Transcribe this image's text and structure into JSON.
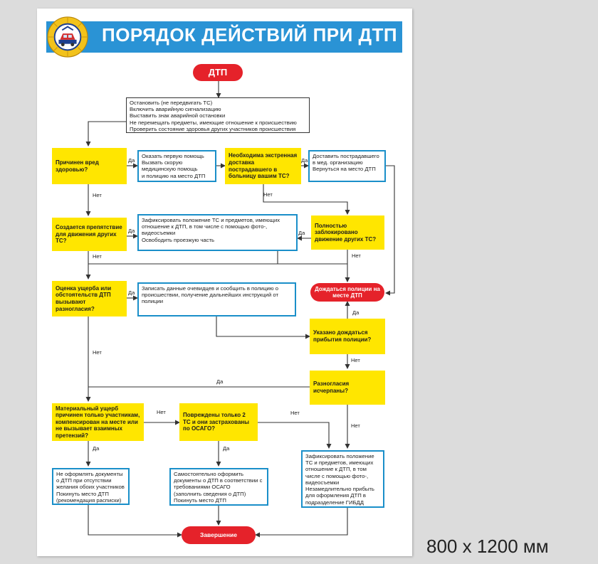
{
  "title": "ПОРЯДОК ДЕЙСТВИЙ ПРИ ДТП",
  "size_note": "800 х 1200 мм",
  "colors": {
    "banner": "#2a93d5",
    "question": "#ffe600",
    "terminal": "#e5222a",
    "action_border": "#1a8fc9",
    "arrow": "#333333"
  },
  "icons": {
    "emblem": "traffic-police-emblem-icon"
  },
  "nodes": {
    "start": "ДТП",
    "first_actions": "Остановить (не передвигать ТС)\nВключить аварийную сигнализацию\nВыставить знак аварийной остановки\nНе перемещать предметы, имеющие отношение к происшествию\nПроверить состояние здоровья других участников происшествия",
    "q_health": "Причинен вред здоровью?",
    "a_first_aid": "Оказать первую помощь\nВызвать скорую медицинскую помощь\nи полицию на место ДТП",
    "q_emergency": "Необходима экстренная доставка пострадавшего в больницу вашим ТС?",
    "a_deliver": "Доставить пострадавшего в мед. организацию\nВернуться на место ДТП",
    "q_obstacle": "Создается препятствие для движения других ТС?",
    "a_record": "Зафиксировать положение ТС и предметов, имеющих отношение к ДТП, в том числе с помощью фото-, видеосъемки\nОсвободить проезжую часть",
    "q_blocked": "Полностью заблокировано движение других ТС?",
    "wait_police": "Дождаться полиции на месте ДТП",
    "q_disagree": "Оценка ущерба или обстоятельств ДТП вызывают разногласия?",
    "a_witnesses": "Записать данные очевидцев и сообщить в полицию о происшествии, получение дальнейших инструкций от полиции",
    "q_told_wait": "Указано дождаться прибытия полиции?",
    "q_resolved": "Разногласия исчерпаны?",
    "q_damage": "Материальный ущерб причинен только участникам, компенсирован на месте или не вызывает взаимных претензий?",
    "q_two_osago": "Повреждены только 2 ТС и они застрахованы по ОСАГО?",
    "a_no_docs": "Не оформлять документы о ДТП при отсутствии желания обоих участников\nПокинуть место ДТП\n(рекомендация расписки)",
    "a_self_docs": "Самостоятельно оформить документы о ДТП в соответствии с требованиями ОСАГО\n(заполнить сведения о ДТП)\nПокинуть место ДТП",
    "a_gibdd": "Зафиксировать положение ТС и предметов, имеющих отношение к ДТП, в том числе с помощью фото-, видеосъемки\nНезамедлительно прибыть для оформления ДТП в подразделение ГИБДД",
    "end": "Завершение"
  },
  "edge_labels": {
    "yes": "Да",
    "no": "Нет"
  }
}
